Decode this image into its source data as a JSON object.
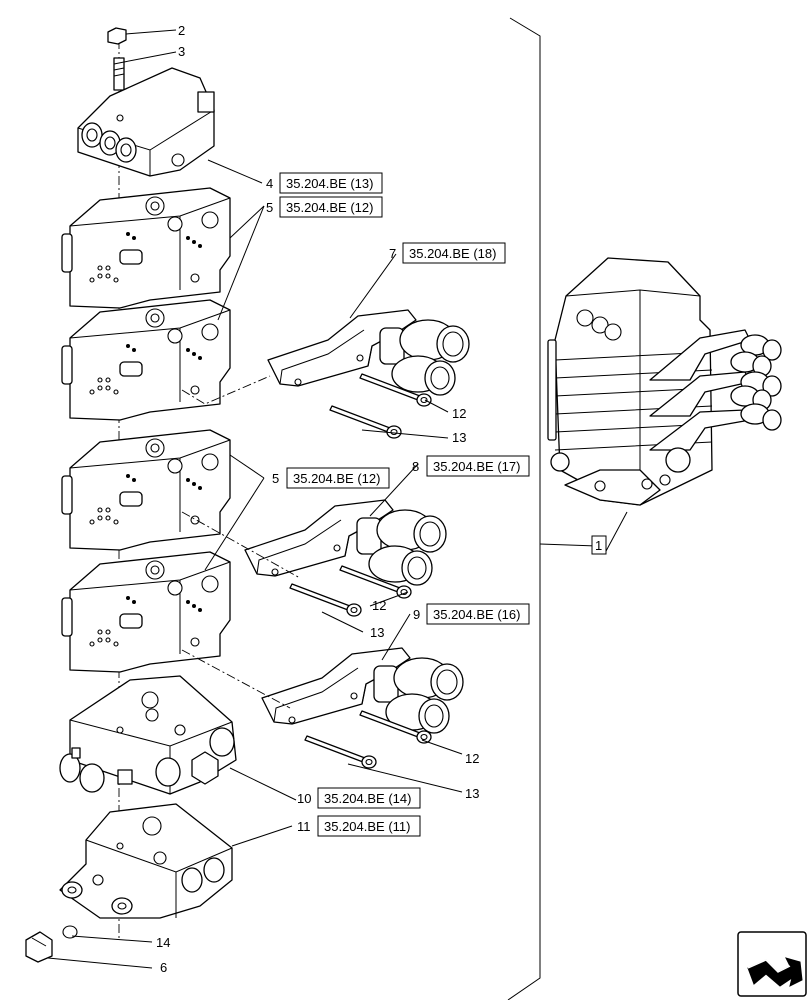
{
  "callouts": [
    {
      "num": "2"
    },
    {
      "num": "3"
    },
    {
      "num": "4",
      "ref": "35.204.BE (13)"
    },
    {
      "num": "5",
      "ref": "35.204.BE (12)"
    },
    {
      "num": "7",
      "ref": "35.204.BE (18)"
    },
    {
      "num": "12"
    },
    {
      "num": "13"
    },
    {
      "num": "5",
      "ref": "35.204.BE (12)"
    },
    {
      "num": "8",
      "ref": "35.204.BE (17)"
    },
    {
      "num": "12"
    },
    {
      "num": "13"
    },
    {
      "num": "9",
      "ref": "35.204.BE (16)"
    },
    {
      "num": "12"
    },
    {
      "num": "13"
    },
    {
      "num": "10",
      "ref": "35.204.BE (14)"
    },
    {
      "num": "11",
      "ref": "35.204.BE (11)"
    },
    {
      "num": "14"
    },
    {
      "num": "6"
    }
  ],
  "assembly": {
    "num": "1"
  },
  "nav_icon": "next-page-arrow-icon"
}
